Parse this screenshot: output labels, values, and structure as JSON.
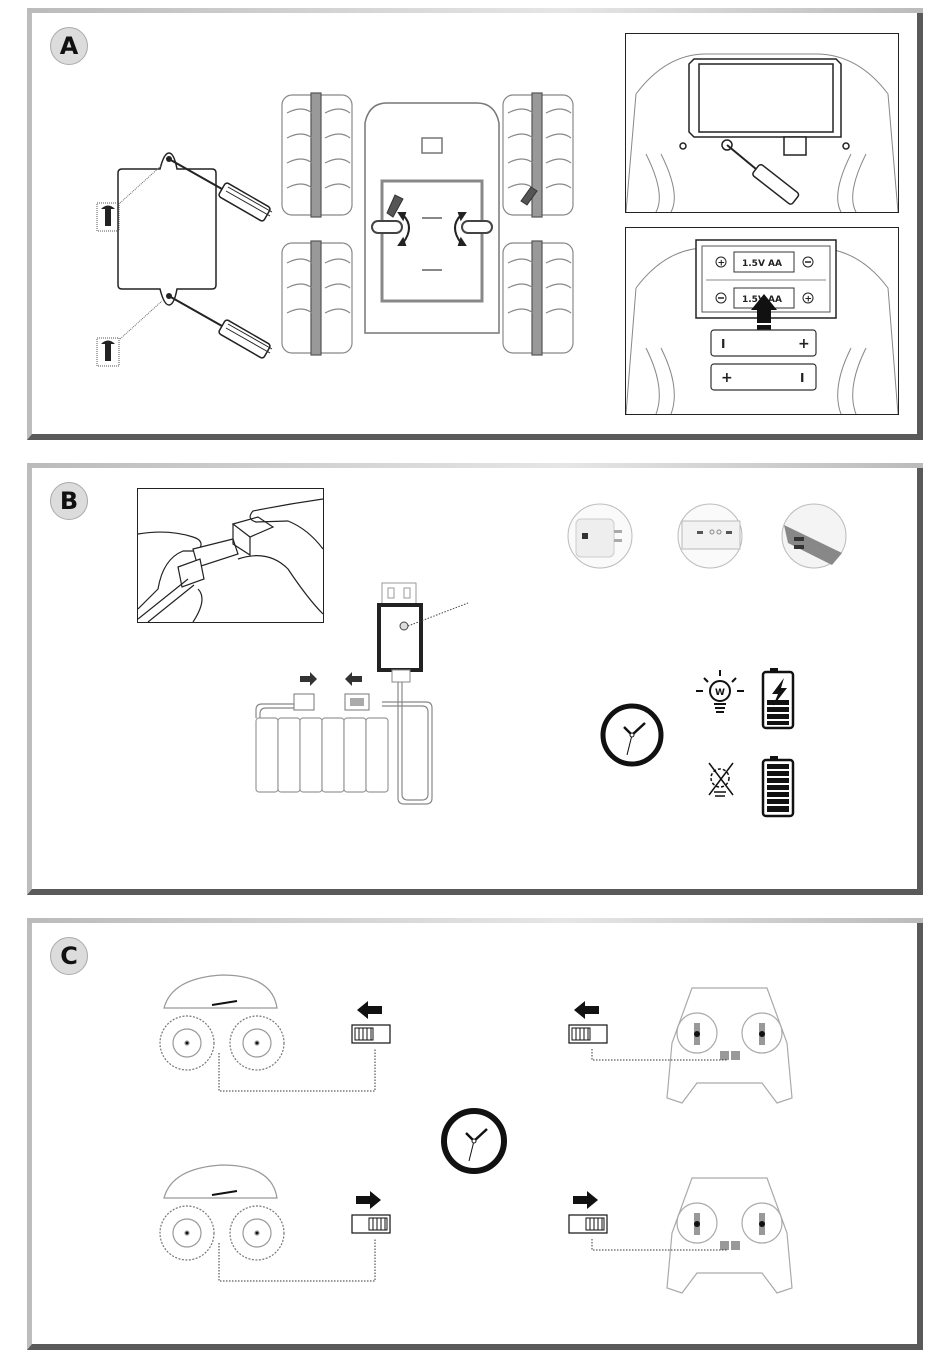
{
  "page": {
    "type": "instruction-manual-page",
    "sections": [
      {
        "id": "A",
        "label": "A",
        "topic": "Battery installation",
        "illustrations": [
          {
            "name": "battery-cover-screws",
            "icons": [
              "screw-icon",
              "screw-icon",
              "screwdriver-icon",
              "screwdriver-icon"
            ]
          },
          {
            "name": "vehicle-underside-battery-cover",
            "icons": [
              "rotate-arrow-icon",
              "rotate-arrow-icon"
            ]
          },
          {
            "name": "controller-battery-cover-removal",
            "icons": [
              "screwdriver-icon"
            ]
          },
          {
            "name": "controller-battery-insertion",
            "battery_labels": [
              "1.5V AA",
              "1.5V AA"
            ],
            "polarity_marks": [
              "+",
              "−",
              "−",
              "+"
            ],
            "icons": [
              "up-arrow-icon"
            ]
          }
        ]
      },
      {
        "id": "B",
        "label": "B",
        "topic": "Charging",
        "illustrations": [
          {
            "name": "connector-plugging-hands"
          },
          {
            "name": "usb-charger-battery-pack",
            "icons": [
              "right-arrow-icon",
              "left-arrow-icon",
              "charger-led-icon"
            ]
          },
          {
            "name": "power-sources",
            "items": [
              "wall-adapter",
              "computer-usb-port",
              "power-bank"
            ]
          },
          {
            "name": "charging-status",
            "icons": [
              "clock-icon",
              "bulb-on-icon",
              "battery-charging-icon",
              "bulb-off-icon",
              "battery-full-icon"
            ]
          }
        ]
      },
      {
        "id": "C",
        "label": "C",
        "topic": "Power switches",
        "illustrations": [
          {
            "name": "vehicle-switch-off",
            "switch_state": "left",
            "icons": [
              "left-arrow-icon"
            ]
          },
          {
            "name": "controller-switch-off",
            "switch_state": "left",
            "icons": [
              "left-arrow-icon"
            ]
          },
          {
            "name": "wait-clock",
            "icons": [
              "clock-icon"
            ]
          },
          {
            "name": "vehicle-switch-on",
            "switch_state": "right",
            "icons": [
              "right-arrow-icon"
            ]
          },
          {
            "name": "controller-switch-on",
            "switch_state": "right",
            "icons": [
              "right-arrow-icon"
            ]
          }
        ]
      }
    ],
    "labels": {
      "battery_1": "1.5V AA",
      "battery_2": "1.5V AA",
      "plus": "+",
      "minus": "I"
    },
    "charging": {
      "charging_battery_level": 0.6,
      "full_battery_level": 1.0
    }
  }
}
